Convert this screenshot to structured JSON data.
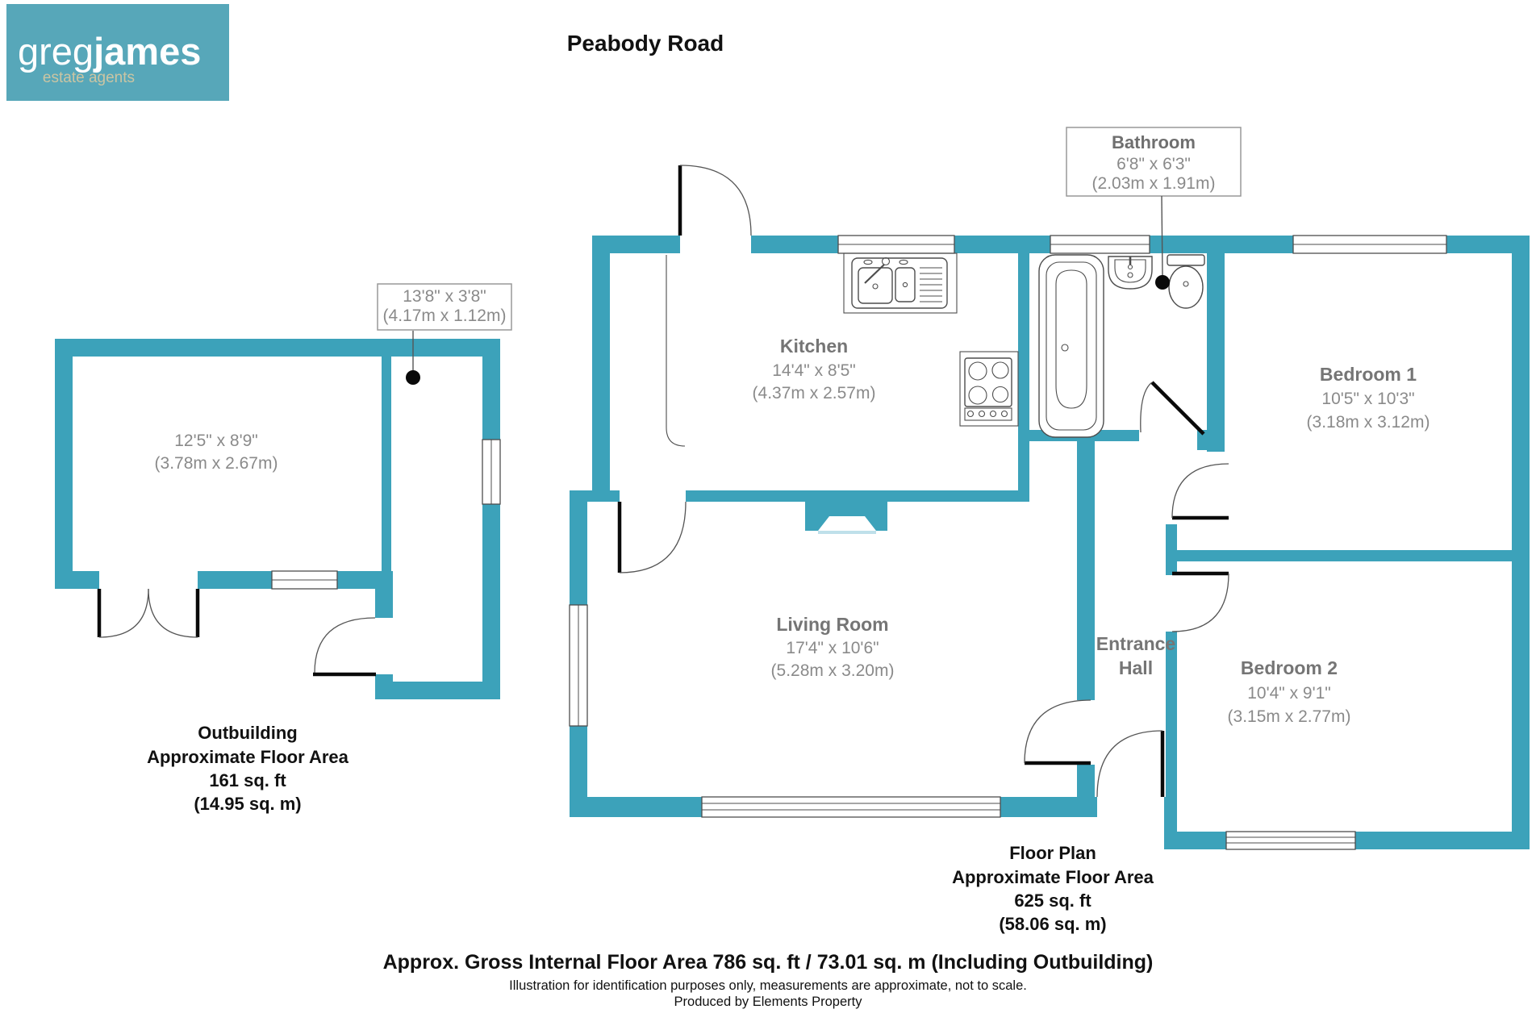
{
  "meta": {
    "title": "Peabody Road",
    "producer_line": "Produced by Elements Property"
  },
  "logo": {
    "word1": "greg",
    "word2": "james",
    "tagline": "estate agents"
  },
  "colors": {
    "wall_teal": "#3CA2BA",
    "logo_teal": "#57A7B9",
    "logo_tagline": "#CBC5A3",
    "room_label_gray": "#757575",
    "dimension_gray": "#8a8a8a",
    "text_black": "#111111"
  },
  "rooms": {
    "kitchen": {
      "name": "Kitchen",
      "imperial": "14'4\" x 8'5\"",
      "metric": "(4.37m x 2.57m)"
    },
    "living_room": {
      "name": "Living Room",
      "imperial": "17'4\" x 10'6\"",
      "metric": "(5.28m x 3.20m)"
    },
    "bedroom1": {
      "name": "Bedroom 1",
      "imperial": "10'5\" x 10'3\"",
      "metric": "(3.18m x 3.12m)"
    },
    "bedroom2": {
      "name": "Bedroom 2",
      "imperial": "10'4\" x 9'1\"",
      "metric": "(3.15m x 2.77m)"
    },
    "entrance_hall": {
      "line1": "Entrance",
      "line2": "Hall"
    },
    "outbuilding_room": {
      "imperial": "12'5\" x 8'9\"",
      "metric": "(3.78m x 2.67m)"
    }
  },
  "callouts": {
    "bathroom": {
      "name": "Bathroom",
      "imperial": "6'8\" x 6'3\"",
      "metric": "(2.03m x 1.91m)"
    },
    "outbuilding_strip": {
      "imperial": "13'8\" x 3'8\"",
      "metric": "(4.17m x 1.12m)"
    }
  },
  "area_summaries": {
    "outbuilding": {
      "title": "Outbuilding",
      "line2": "Approximate Floor Area",
      "line3": "161 sq. ft",
      "line4": "(14.95 sq. m)"
    },
    "floor_plan": {
      "title": "Floor Plan",
      "line2": "Approximate Floor Area",
      "line3": "625 sq. ft",
      "line4": "(58.06 sq. m)"
    }
  },
  "footer": {
    "gross_area": "Approx. Gross Internal Floor Area 786 sq. ft / 73.01 sq. m (Including Outbuilding)",
    "disclaimer": "Illustration for identification purposes only, measurements are approximate, not to scale.",
    "producer": "Produced by Elements Property"
  }
}
